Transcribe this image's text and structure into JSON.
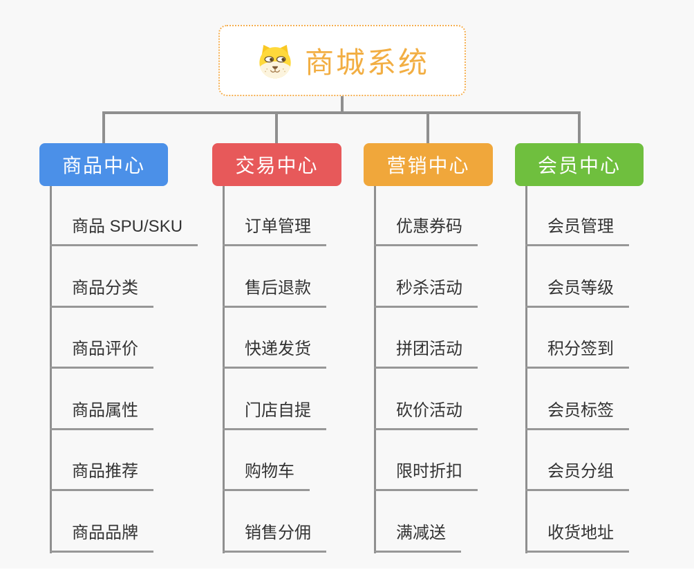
{
  "root": {
    "title": "商城系统",
    "icon": "doge-icon"
  },
  "branches": [
    {
      "label": "商品中心",
      "color": "#4B90E8",
      "items": [
        "商品 SPU/SKU",
        "商品分类",
        "商品评价",
        "商品属性",
        "商品推荐",
        "商品品牌"
      ]
    },
    {
      "label": "交易中心",
      "color": "#E7595A",
      "items": [
        "订单管理",
        "售后退款",
        "快递发货",
        "门店自提",
        "购物车",
        "销售分佣"
      ]
    },
    {
      "label": "营销中心",
      "color": "#F0A73B",
      "items": [
        "优惠券码",
        "秒杀活动",
        "拼团活动",
        "砍价活动",
        "限时折扣",
        "满减送"
      ]
    },
    {
      "label": "会员中心",
      "color": "#6FBF3E",
      "items": [
        "会员管理",
        "会员等级",
        "积分签到",
        "会员标签",
        "会员分组",
        "收货地址"
      ]
    }
  ],
  "colors": {
    "root_border": "#F5AE4E",
    "root_title": "#F2AE43",
    "connector": "#8F8F8F",
    "leaf_text": "#333333",
    "leaf_underline": "#979797",
    "background": "#F8F8F8"
  }
}
